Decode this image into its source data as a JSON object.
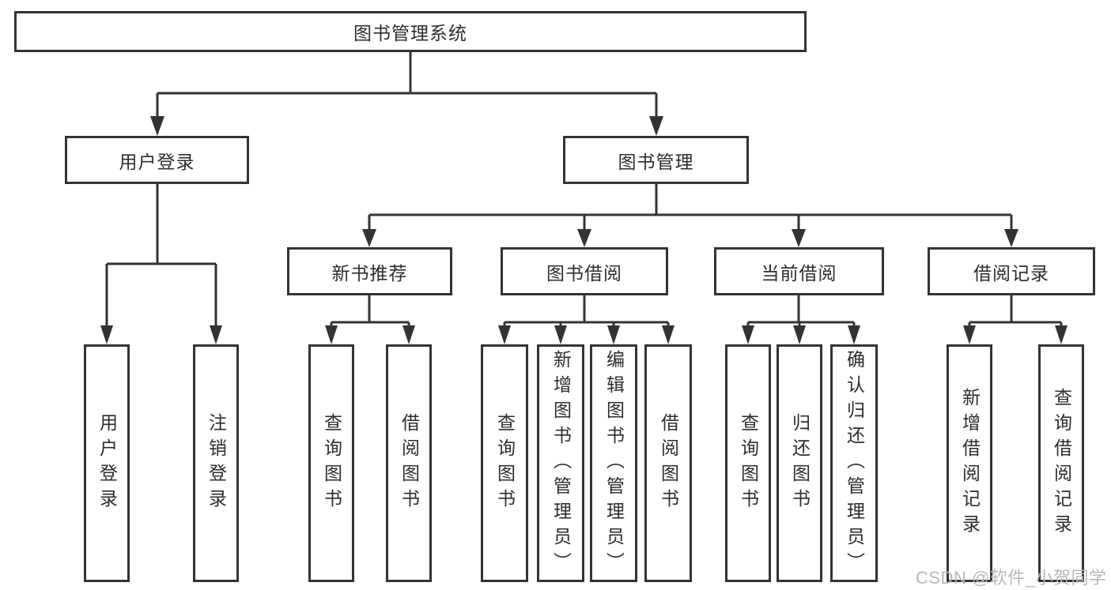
{
  "diagram": {
    "title": "图书管理系统",
    "nodes": {
      "root": "图书管理系统",
      "user_login": "用户登录",
      "book_mgmt": "图书管理",
      "new_book_rec": "新书推荐",
      "book_borrow": "图书借阅",
      "current_borrow": "当前借阅",
      "borrow_records": "借阅记录",
      "user_login_children": [
        "用户登录",
        "注销登录"
      ],
      "new_book_rec_children": [
        "查询图书",
        "借阅图书"
      ],
      "book_borrow_children": [
        "查询图书",
        "新增图书（管理员）",
        "编辑图书（管理员）",
        "借阅图书"
      ],
      "current_borrow_children": [
        "查询图书",
        "归还图书",
        "确认归还（管理员）"
      ],
      "borrow_records_children": [
        "新增借阅记录",
        "查询借阅记录"
      ]
    }
  },
  "watermark": {
    "text": "CSDN @软件_小贺同学"
  },
  "colors": {
    "line": "#333333",
    "box_border": "#333333",
    "text": "#2d2d2d",
    "watermark": "#b5b8be",
    "background": "#ffffff"
  }
}
